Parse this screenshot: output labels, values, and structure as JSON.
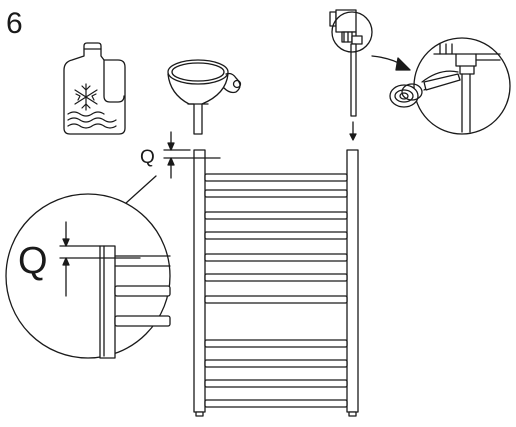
{
  "step": {
    "number": "6"
  },
  "labels": {
    "clearance_main": "Q",
    "clearance_detail": "Q"
  },
  "icons": [
    "antifreeze-bottle-icon",
    "snowflake-icon",
    "funnel-icon",
    "heating-element-icon",
    "bleed-valve-icon",
    "seal-ring-icon",
    "downward-arrow-icon"
  ],
  "colors": {
    "line": "#1a1a1a",
    "background": "#ffffff"
  }
}
